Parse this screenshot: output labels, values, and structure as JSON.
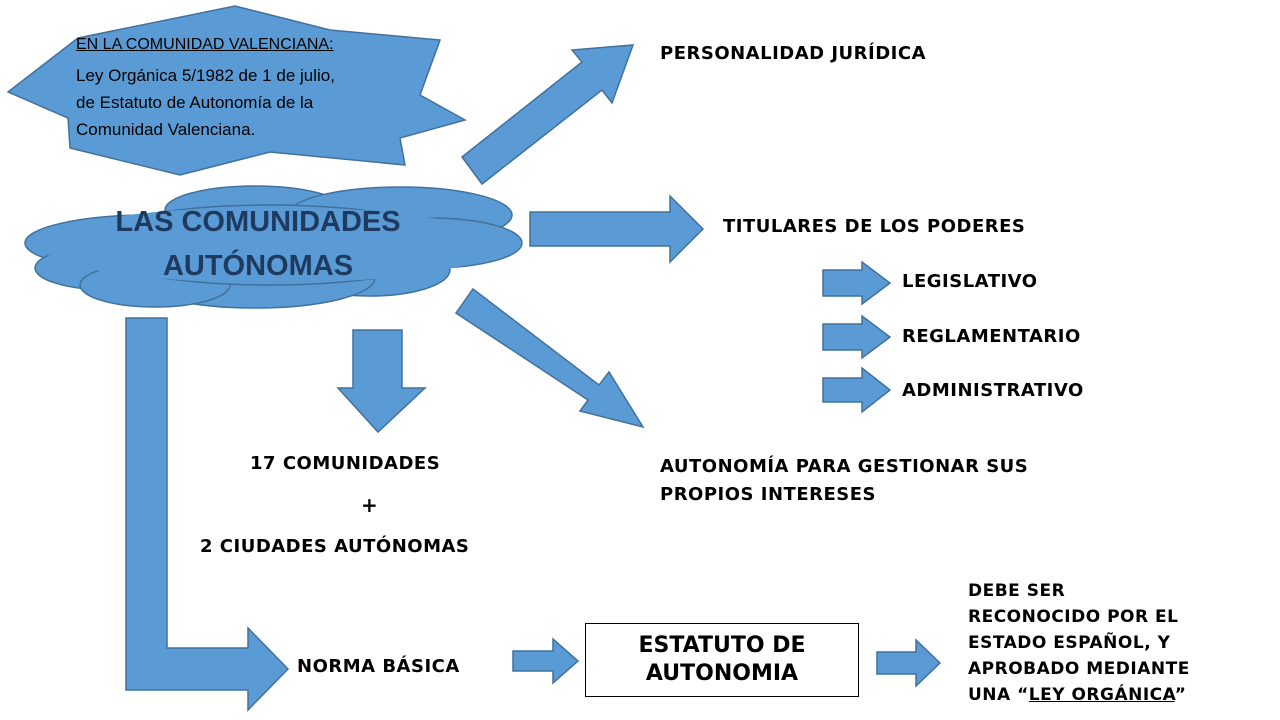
{
  "colors": {
    "shape_fill": "#5b9bd5",
    "shape_stroke": "#41719c",
    "title_text": "#1f3a5f",
    "text": "#000000"
  },
  "star": {
    "heading": "EN LA COMUNIDAD VALENCIANA:",
    "line1": "Ley Orgánica 5/1982 de 1 de julio,",
    "line2": "de Estatuto de Autonomía de la",
    "line3": "Comunidad Valenciana."
  },
  "cloud": {
    "line1": "LAS COMUNIDADES",
    "line2": "AUTÓNOMAS"
  },
  "labels": {
    "personalidad": "PERSONALIDAD JURÍDICA",
    "titulares": "TITULARES DE LOS PODERES",
    "legislativo": "LEGISLATIVO",
    "reglamentario": "REGLAMENTARIO",
    "administrativo": "ADMINISTRATIVO",
    "autonomia_line1": "AUTONOMÍA PARA GESTIONAR SUS",
    "autonomia_line2": "PROPIOS INTERESES",
    "comunidades": "17 COMUNIDADES",
    "plus": "+",
    "ciudades": "2 CIUDADES AUTÓNOMAS",
    "norma": "NORMA BÁSICA",
    "estatuto_line1": "ESTATUTO DE",
    "estatuto_line2": "AUTONOMIA",
    "debe_line1": "DEBE SER",
    "debe_line2": "RECONOCIDO POR EL",
    "debe_line3": "ESTADO ESPAÑOL, Y",
    "debe_line4": "APROBADO MEDIANTE",
    "debe_line5_prefix": "UNA “",
    "debe_line5_emph": "LEY ORGÁNICA",
    "debe_line5_suffix": "”"
  }
}
